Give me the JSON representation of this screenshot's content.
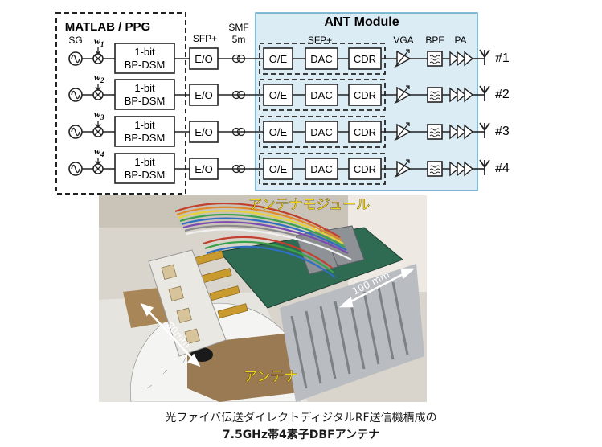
{
  "diagram": {
    "matlab_label": "MATLAB / PPG",
    "ant_label": "ANT Module",
    "sg_label": "SG",
    "sfp_left_label": "SFP+",
    "smf_label": "SMF",
    "smf_length": "5m",
    "sfp_inner_label": "SFP+",
    "vga_label": "VGA",
    "bpf_label": "BPF",
    "pa_label": "PA",
    "weight_symbol": "w",
    "channels": [
      {
        "weight_sub": "1",
        "dsm_line1": "1-bit",
        "dsm_line2": "BP-DSM",
        "eo": "E/O",
        "oe": "O/E",
        "dac": "DAC",
        "cdr": "CDR",
        "ant": "#1"
      },
      {
        "weight_sub": "2",
        "dsm_line1": "1-bit",
        "dsm_line2": "BP-DSM",
        "eo": "E/O",
        "oe": "O/E",
        "dac": "DAC",
        "cdr": "CDR",
        "ant": "#2"
      },
      {
        "weight_sub": "3",
        "dsm_line1": "1-bit",
        "dsm_line2": "BP-DSM",
        "eo": "E/O",
        "oe": "O/E",
        "dac": "DAC",
        "cdr": "CDR",
        "ant": "#3"
      },
      {
        "weight_sub": "4",
        "dsm_line1": "1-bit",
        "dsm_line2": "BP-DSM",
        "eo": "E/O",
        "oe": "O/E",
        "dac": "DAC",
        "cdr": "CDR",
        "ant": "#4"
      }
    ]
  },
  "photo": {
    "antenna_module_label": "アンテナモジュール",
    "antenna_label": "アンテナ",
    "dim_100": "100 mm",
    "dim_80": "80mm"
  },
  "caption": {
    "line1": "光ファイバ伝送ダイレクトディジタルRF送信機構成の",
    "line2": "7.5GHz帯4素子DBFアンテナ"
  },
  "colors": {
    "ant_fill": "#dcecf5",
    "ant_border": "#5aa3c8",
    "photo_label": "#f2d21b"
  }
}
